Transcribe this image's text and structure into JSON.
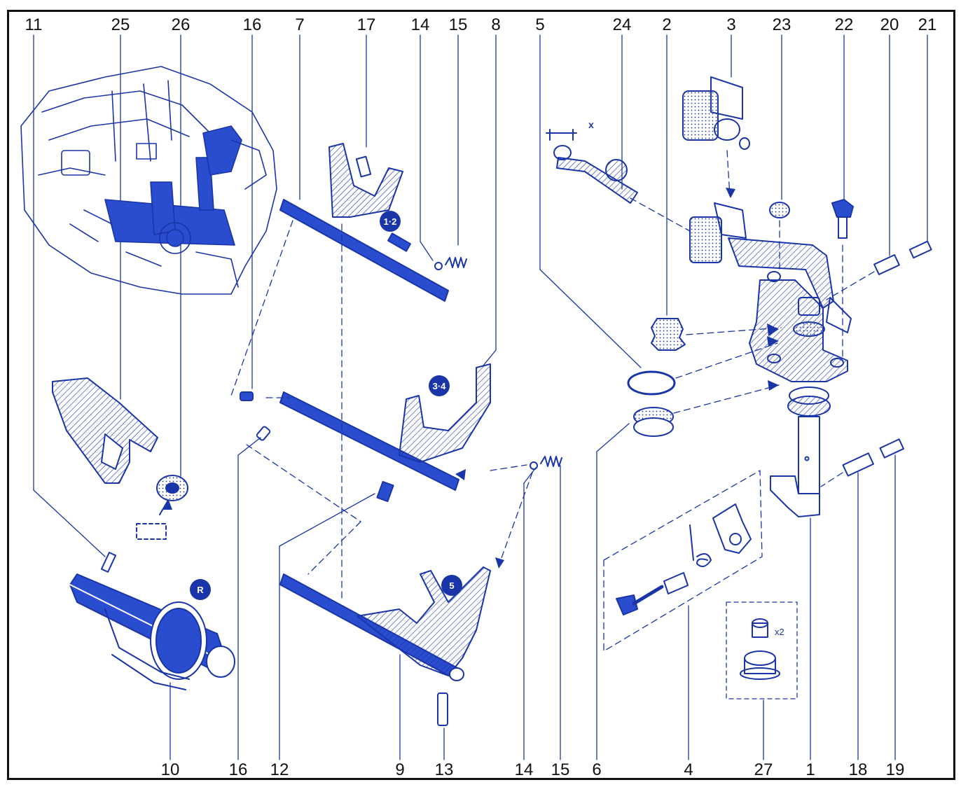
{
  "diagram": {
    "top_labels": [
      "11",
      "25",
      "26",
      "16",
      "7",
      "17",
      "14",
      "15",
      "8",
      "5",
      "24",
      "2",
      "3",
      "23",
      "22",
      "20",
      "21"
    ],
    "bottom_labels": [
      "10",
      "16",
      "12",
      "9",
      "13",
      "14",
      "15",
      "6",
      "4",
      "27",
      "1",
      "18",
      "19"
    ],
    "badges": {
      "first_second": "1·2",
      "third_fourth": "3·4",
      "fifth": "5",
      "reverse": "R"
    },
    "dimension_label": "x",
    "quantity_label": "x2",
    "colors": {
      "ink": "#1a35a8",
      "fill": "#2a4ccf",
      "frame": "#111111",
      "background": "#ffffff"
    }
  }
}
